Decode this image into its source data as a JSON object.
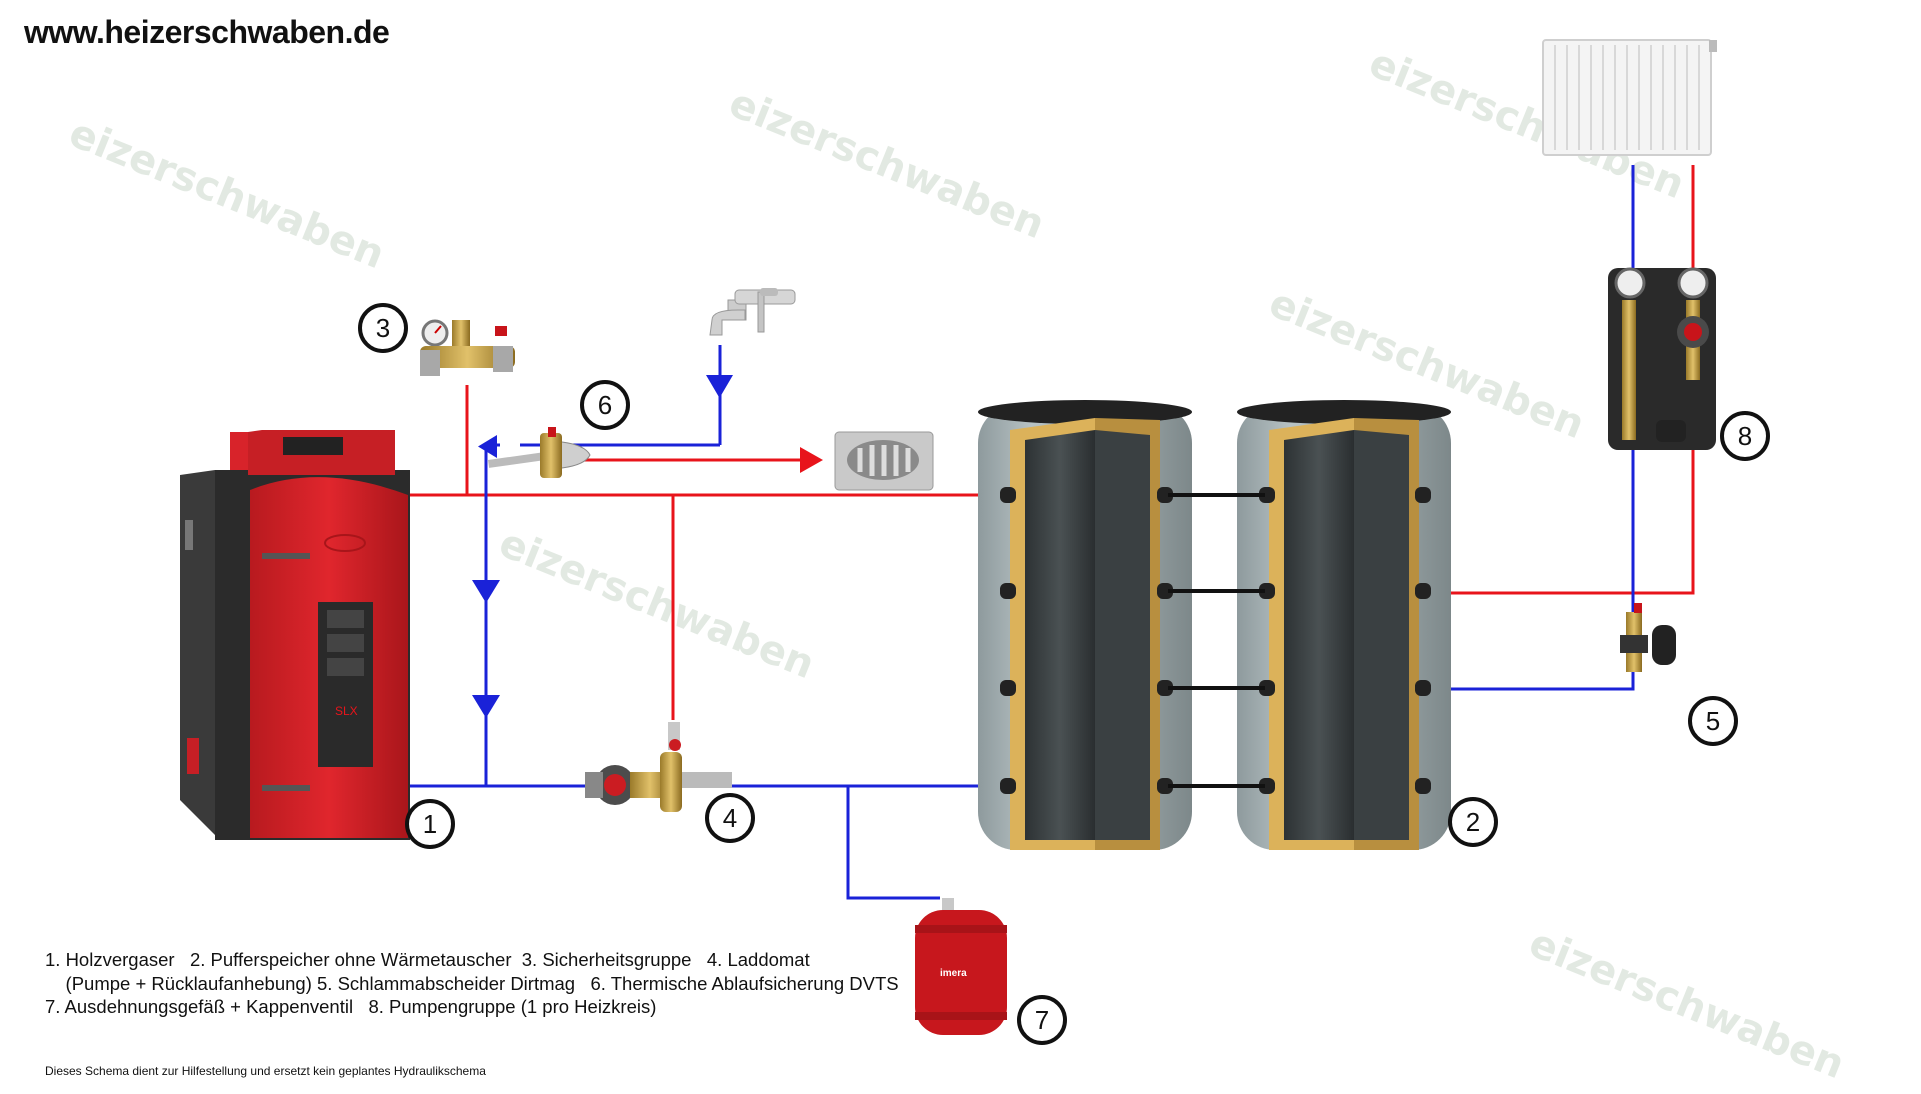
{
  "header": {
    "website": "www.heizerschwaben.de"
  },
  "watermark": {
    "text": "eizerschwaben",
    "color": "#dfe7df"
  },
  "components": {
    "boiler": {
      "number": "1",
      "model_label": "SLX"
    },
    "buffer_tanks": {
      "number": "2"
    },
    "safety_group": {
      "number": "3"
    },
    "laddomat": {
      "number": "4"
    },
    "dirt_separator": {
      "number": "5"
    },
    "thermal_discharge": {
      "number": "6"
    },
    "expansion_vessel": {
      "number": "7",
      "brand": "imera"
    },
    "pump_group": {
      "number": "8"
    }
  },
  "legend": {
    "line1": "1. Holzvergaser   2. Pufferspeicher ohne Wärmetauscher  3. Sicherheitsgruppe   4. Laddomat",
    "line2": "    (Pumpe + Rücklaufanhebung) 5. Schlammabscheider Dirtmag   6. Thermische Ablaufsicherung DVTS",
    "line3": "7. Ausdehnungsgefäß + Kappenventil   8. Pumpengruppe (1 pro Heizkreis)"
  },
  "disclaimer": "Dieses Schema dient zur Hilfestellung und ersetzt kein geplantes Hydraulikschema",
  "colors": {
    "supply": "#e8141b",
    "return": "#1a22d8",
    "boiler_red": "#d8232a",
    "tank_grey": "#a9b4b6"
  }
}
